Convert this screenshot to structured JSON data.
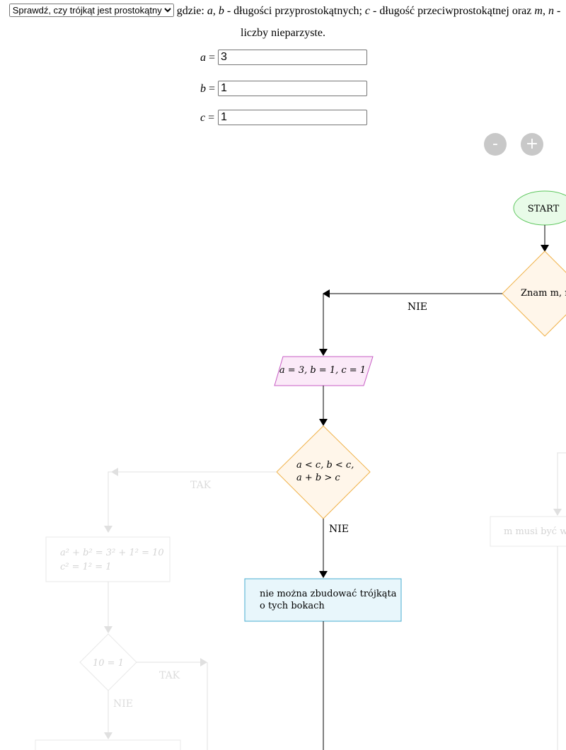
{
  "header": {
    "mode_options": [
      "Sprawdź, czy trójkąt jest prostokątny"
    ],
    "mode_selected": "Sprawdź, czy trójkąt jest prostokątny",
    "text_gdzie": "gdzie:",
    "var_a": "a",
    "sep1": ",",
    "var_b": "b",
    "text_legs": "- długości przyprostokątnych;",
    "var_c": "c",
    "text_hyp": "- długość przeciwprostokątnej oraz",
    "var_m": "m",
    "sep2": ",",
    "var_n": "n",
    "text_dash": "-",
    "text_odd": "liczby nieparzyste."
  },
  "inputs": {
    "a_label": "a",
    "a_value": "3",
    "b_label": "b",
    "b_value": "1",
    "c_label": "c",
    "c_value": "1",
    "equals": "="
  },
  "zoom": {
    "minus_label": "-",
    "plus_label": "+"
  },
  "flowchart": {
    "start": "START",
    "decision_known": "Znam m, n",
    "edge_no_1": "NIE",
    "input_values": "a = 3, b = 1, c = 1",
    "decision_triangle_line1": "a < c, b < c,",
    "decision_triangle_line2": "a + b > c",
    "edge_yes_1": "TAK",
    "edge_no_2": "NIE",
    "result_cannot": [
      "nie można zbudować trójkąta",
      "o tych bokach"
    ],
    "faded_compute_line1": "a² + b² = 3² + 1² = 10",
    "faded_compute_line2": "c² = 1² = 1",
    "faded_decision": "10 = 1",
    "edge_yes_2": "TAK",
    "edge_no_3": "NIE",
    "faded_right_box": "m musi być wi"
  },
  "colors": {
    "start_fill": "#e8fbe8",
    "start_stroke": "#5cc65c",
    "decision_fill": "#fff6ea",
    "decision_stroke": "#f0b24a",
    "io_fill": "#fbeaf8",
    "io_stroke": "#c75cc4",
    "process_fill": "#e8f6fb",
    "process_stroke": "#4aaed0",
    "faded": "#e0e0e0",
    "faded_text": "#c8c8c8"
  }
}
